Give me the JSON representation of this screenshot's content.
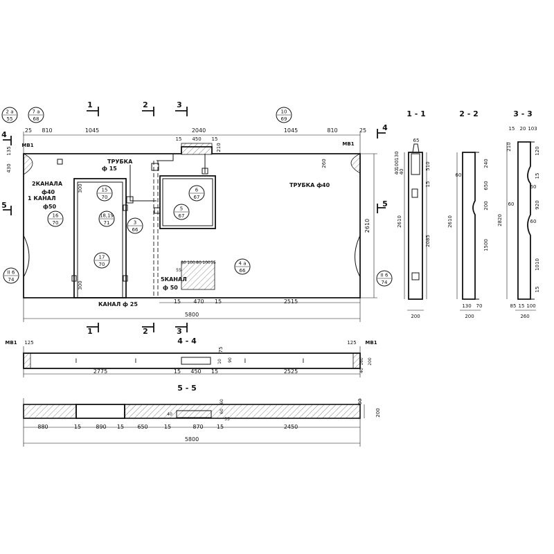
{
  "plan": {
    "dims_top": [
      "25",
      "810",
      "1045",
      "2040",
      "1045",
      "810",
      "25"
    ],
    "dims_notch": [
      "15",
      "450",
      "15",
      "210"
    ],
    "dims_left": [
      "135",
      "430"
    ],
    "dim_height": "2610",
    "dims_bottom_inner": [
      "15",
      "470",
      "15",
      "2515"
    ],
    "dim_total": "5800",
    "dims_openings": [
      "300",
      "300",
      "260"
    ],
    "dims_channels": [
      "80",
      "100",
      "80",
      "100",
      "55",
      "55"
    ],
    "notes": [
      "ТРУБКА",
      "ф 15",
      "2КАНАЛА",
      "ф40",
      "1 КАНАЛ",
      "ф50",
      "ТРУБКА ф40",
      "5КАНАЛ",
      "ф 50",
      "КАНАЛ ф 25"
    ],
    "mb1": [
      "МВ1",
      "МВ1"
    ],
    "callouts": [
      {
        "top": "2 а",
        "bottom": "55"
      },
      {
        "top": "7 а",
        "bottom": "68"
      },
      {
        "top": "10",
        "bottom": "69"
      },
      {
        "top": "15",
        "bottom": "70"
      },
      {
        "top": "18,19",
        "bottom": "71"
      },
      {
        "top": "16",
        "bottom": "70"
      },
      {
        "top": "3",
        "bottom": "66"
      },
      {
        "top": "6",
        "bottom": "67"
      },
      {
        "top": "5",
        "bottom": "67"
      },
      {
        "top": "17",
        "bottom": "70"
      },
      {
        "top": "4 а",
        "bottom": "66"
      },
      {
        "top": "II 6",
        "bottom": "74"
      },
      {
        "top": "II 6",
        "bottom": "74"
      }
    ],
    "cut_marks": [
      "1",
      "2",
      "3",
      "4",
      "4",
      "5",
      "5",
      "1",
      "2",
      "3"
    ]
  },
  "section_1_1": {
    "title": "1 - 1",
    "dims": [
      "65",
      "130",
      "100",
      "40",
      "40",
      "510",
      "15",
      "2610",
      "2085",
      "200"
    ]
  },
  "section_2_2": {
    "title": "2 - 2",
    "dims": [
      "60",
      "240",
      "650",
      "200",
      "1500",
      "2610",
      "130",
      "70",
      "200"
    ]
  },
  "section_3_3": {
    "title": "3 - 3",
    "dims": [
      "15",
      "20",
      "103",
      "210",
      "120",
      "15",
      "60",
      "920",
      "60",
      "60",
      "1010",
      "2820",
      "15",
      "85",
      "15",
      "100",
      "260"
    ]
  },
  "section_4_4": {
    "title": "4 - 4",
    "mb1": [
      "МВ1",
      "МВ1"
    ],
    "dims_top": [
      "125",
      "125",
      "75"
    ],
    "dims_right": [
      "10",
      "90",
      "160",
      "200",
      "40"
    ],
    "dims_bottom": [
      "2775",
      "15",
      "450",
      "15",
      "2525"
    ],
    "marks": [
      "I",
      "I",
      "I",
      "I"
    ]
  },
  "section_5_5": {
    "title": "5 - 5",
    "dims_bottom": [
      "880",
      "15",
      "890",
      "15",
      "650",
      "15",
      "870",
      "15",
      "2450"
    ],
    "dims_inner": [
      "60",
      "40",
      "60",
      "55"
    ],
    "dims_right": [
      "60",
      "200"
    ],
    "dim_total": "5800"
  }
}
